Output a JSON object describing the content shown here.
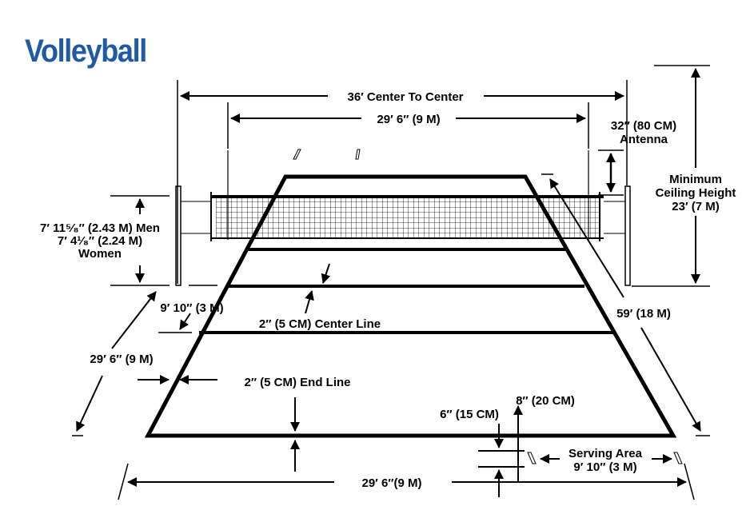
{
  "title": "Volleyball",
  "colors": {
    "title": "#1f5aa6",
    "lines": "#000000"
  },
  "labels": {
    "center_to_center": "36′ Center To Center",
    "antenna_span": "29′ 6″ (9 M)",
    "antenna_1": "32″ (80 CM)",
    "antenna_2": "Antenna",
    "ceiling_1": "Minimum",
    "ceiling_2": "Ceiling Height",
    "ceiling_3": "23′ (7 M)",
    "net_height_1": "7′ 11⁵⁄₈″ (2.43 M) Men",
    "net_height_2": "7′ 4¹⁄₈″ (2.24 M)",
    "net_height_3": "Women",
    "attack_zone": "9′ 10″ (3 M)",
    "center_line": "2″ (5 CM) Center Line",
    "court_length": "59′ (18 M)",
    "side_length": "29′ 6″ (9 M)",
    "end_line": "2″ (5 CM) End Line",
    "serving_width_1": "8″ (20 CM)",
    "serving_width_2": "6″ (15 CM)",
    "serving_area_1": "Serving Area",
    "serving_area_2": "9′ 10″ (3 M)",
    "court_width": "29′ 6″(9 M)"
  }
}
